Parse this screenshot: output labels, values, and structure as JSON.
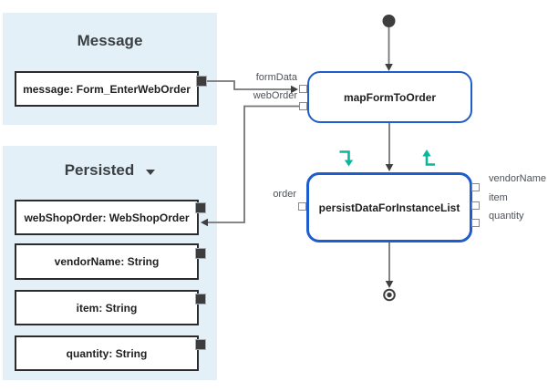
{
  "panels": {
    "message": {
      "title": "Message",
      "items": [
        {
          "label": "message: Form_EnterWebOrder"
        }
      ]
    },
    "persisted": {
      "title": "Persisted",
      "items": [
        {
          "label": "webShopOrder: WebShopOrder"
        },
        {
          "label": "vendorName: String"
        },
        {
          "label": "item: String"
        },
        {
          "label": "quantity: String"
        }
      ]
    }
  },
  "flow": {
    "tasks": [
      {
        "label": "mapFormToOrder"
      },
      {
        "label": "persistDataForInstanceList"
      }
    ],
    "port_labels": {
      "formData": "formData",
      "webOrder": "webOrder",
      "order": "order",
      "vendorName": "vendorName",
      "item": "item",
      "quantity": "quantity"
    },
    "events": {
      "start": "start-event",
      "end": "end-event"
    },
    "icons": {
      "input": "input-mapping-icon",
      "output": "output-mapping-icon"
    }
  },
  "colors": {
    "panel_bg": "#E4F0F8",
    "task_border": "#1D5DCD",
    "mapping_icon": "#0BB79C",
    "edge": "#757575",
    "box_border": "#2B2B2B",
    "connector_square": "#3D3D3D",
    "label_text": "#4D5259",
    "heading_text": "#3C4043"
  }
}
